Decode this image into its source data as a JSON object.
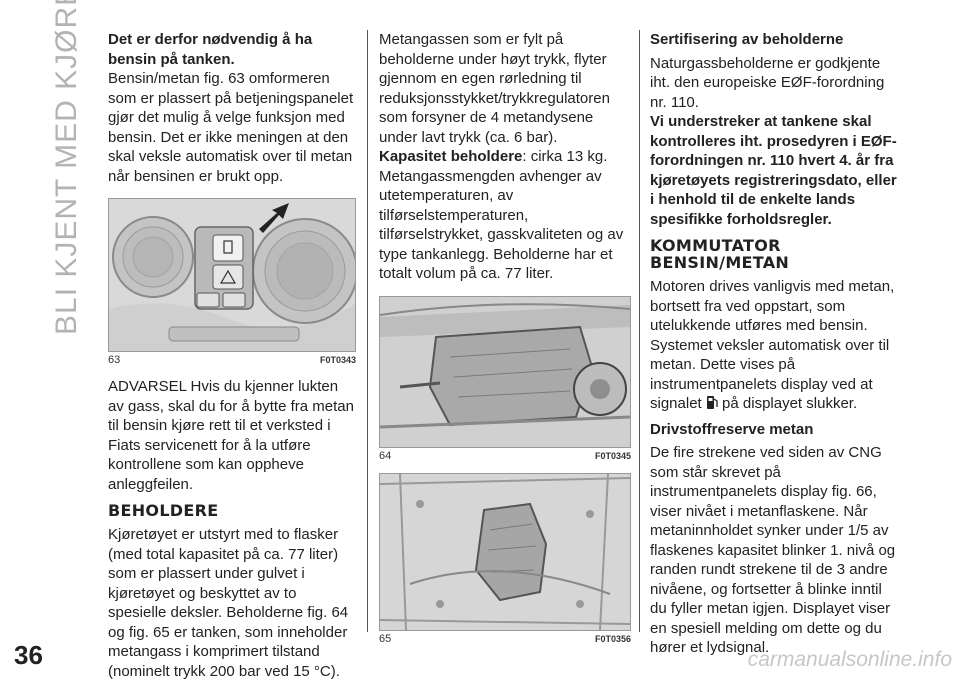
{
  "side_title": "BLI KJENT MED KJØRETØYET",
  "page_number": "36",
  "watermark": "carmanualsonline.info",
  "col1": {
    "intro_bold": "Det er derfor nødvendig å ha bensin på tanken.",
    "intro_text": "Bensin/metan fig. 63 omformeren som er plassert på betjeningspanelet gjør det mulig å velge funksjon med bensin. Det er ikke meningen at den skal veksle automatisk over til metan når bensinen er brukt opp.",
    "fig63_num": "63",
    "fig63_code": "F0T0343",
    "warning": "ADVARSEL Hvis du kjenner lukten av gass, skal du for å bytte fra metan til bensin kjøre rett til et verksted i Fiats servicenett for å la utføre kontrollene som kan oppheve anleggfeilen.",
    "heading_beholdere": "BEHOLDERE",
    "beholdere_text": "Kjøretøyet er utstyrt med to flasker (med total kapasitet på ca. 77 liter) som er plassert under gulvet i kjøretøyet og beskyttet av to spesielle deksler. Beholderne fig. 64 og fig. 65 er tanken, som inneholder metangass i komprimert tilstand (nominelt trykk 200 bar ved 15 °C)."
  },
  "col2": {
    "text1": "Metangassen som er fylt på beholderne under høyt trykk, flyter gjennom en egen rørledning til reduksjonsstykket/trykkregulatoren som forsyner de 4 metandysene under lavt trykk (ca. 6 bar).",
    "capacity_label": "Kapasitet beholdere",
    "capacity_value": ": cirka 13 kg.",
    "text2": "Metangassmengden avhenger av utetemperaturen, av tilførselstemperaturen, tilførselstrykket, gasskvaliteten og av type tankanlegg. Beholderne har et totalt volum på ca. 77 liter.",
    "fig64_num": "64",
    "fig64_code": "F0T0345",
    "fig65_num": "65",
    "fig65_code": "F0T0356"
  },
  "col3": {
    "sub_cert": "Sertifisering av beholderne",
    "cert_text": "Naturgassbeholderne er godkjente iht. den europeiske EØF-forordning nr. 110.",
    "cert_bold": "Vi understreker at tankene skal kontrolleres iht. prosedyren i EØF-forordningen nr. 110 hvert 4. år fra kjøretøyets registreringsdato, eller i henhold til de enkelte lands spesifikke forholdsregler.",
    "heading_kommutator": "KOMMUTATOR BENSIN/METAN",
    "komm_text_a": "Motoren drives vanligvis med metan, bortsett fra ved oppstart, som utelukkende utføres med bensin. Systemet veksler automatisk over til metan. Dette vises på instrumentpanelets display ved at signalet",
    "komm_text_b": "på displayet slukker.",
    "sub_reserve": "Drivstoffreserve metan",
    "reserve_text": "De fire strekene ved siden av CNG som står skrevet på instrumentpanelets display fig. 66, viser nivået i metanflaskene. Når metaninnholdet synker under 1/5 av flaskenes kapasitet blinker 1. nivå og randen rundt strekene til de 3 andre nivåene, og fortsetter å blinke inntil du fyller metan igjen. Displayet viser en spesiell melding om dette og du hører et lydsignal."
  }
}
